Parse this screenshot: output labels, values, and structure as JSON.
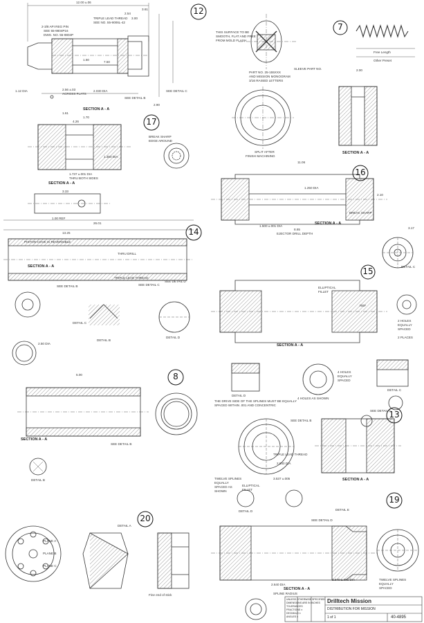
{
  "drawings": [
    {
      "id": "d12",
      "number": "12",
      "labels": [
        "12.00 ±.06",
        "3.61",
        "2.54",
        "3.00",
        "TRIPLE LEAD THREAD",
        "SEE NO. 55-9006L-42",
        "2-3/8 API REG PIN",
        "SEE 55-9804P16",
        "DWG. NO. 55-9804P",
        "1.12 DIA",
        "2.56 ±.03",
        "ACROSS FLATS",
        "1.50",
        "7.50",
        "2.030 DIA",
        "SEE DETAIL B",
        "SEE DETAIL C",
        "2.90",
        "SECTION A - A"
      ]
    },
    {
      "id": "d7",
      "number": "7",
      "labels": [
        "THIS SURFACE TO BE",
        "SMOOTH, FLAT AND FREE",
        "FROM MOLD FLASH",
        "PART NO. 25-155XXX",
        "AND MISSION MONOGRAM",
        "3/16 RAISED LETTERS",
        "SLEEVE PART NO.",
        "Free Length",
        "Other Preset",
        "2.00",
        "SECTION A - A",
        "SPLIT AFTER",
        "FINISH MACHINING"
      ]
    },
    {
      "id": "d17",
      "number": "17",
      "labels": [
        "1.61",
        "1.70",
        "4.26",
        "BREAK SHARP",
        "EDGE AROUND",
        "1.737 ±.001 DIA",
        "THRU BOTH SIDES",
        "1.350 DIA",
        "SECTION A - A",
        "3.33",
        "1.00 REF"
      ]
    },
    {
      "id": "d16",
      "number": "16",
      "labels": [
        "11.06",
        "8.65",
        "1.250 DIA",
        "1.500 ±.001 DIA",
        "EJECTOR DRILL DEPTH",
        "BREAK SHARP",
        "SECTION A - A",
        "2.10",
        "3.17"
      ]
    },
    {
      "id": "d14",
      "number": "14",
      "labels": [
        "13.25",
        "26.01",
        "PISTON-COVE IS REVERSIBLE",
        "TRIPLE LEAD THREAD",
        "THRU DRILL",
        "SEE DETAIL B",
        "SEE DETAIL C",
        "SEE DETAIL D",
        "SECTION A - A",
        "DETAIL B",
        "DETAIL C",
        "DETAIL D",
        "2.50 DIA"
      ]
    },
    {
      "id": "d15",
      "number": "15",
      "labels": [
        "ELLIPTICAL",
        "FILLET",
        "SECTION A - A",
        "DETAIL C",
        "2 HOLES",
        "EQUALLY",
        "SPACED",
        "2 PLACES",
        "REF"
      ]
    },
    {
      "id": "d8",
      "number": "8",
      "labels": [
        "5.00",
        "SEE DETAIL B",
        "SECTION A - A",
        "DETAIL B"
      ]
    },
    {
      "id": "d13",
      "number": "13",
      "labels": [
        "THE DRIVE SIDE OF THE SPLINES MUST BE EQUALLY",
        "SPACED WITHIN .001 AND CONCENTRIC",
        "SEE DETAIL B",
        "SEE DETAIL C",
        "TWELVE SPLINES",
        "EQUALLY",
        "SPACED AS",
        "SHOWN",
        "TRIPLE LEAD THREAD",
        "SECTION A - A",
        "3.537 ±.005",
        "2.840 DIA",
        "DETAIL D",
        "DETAIL C",
        "4 HOLES",
        "EQUALLY",
        "SPACED",
        "4 HOLES AS SHOWN"
      ]
    },
    {
      "id": "d20",
      "number": "20",
      "labels": [
        "DETAIL A",
        "PLANE A",
        "PLANE B",
        "PLANE C",
        "Fine end of stick"
      ]
    },
    {
      "id": "d19",
      "number": "19",
      "labels": [
        "ELLIPTICAL",
        "FILLET",
        "SEE DETAIL D",
        "DETAIL D",
        "DETAIL E",
        "SECTION A - A",
        "TWELVE SPLINES",
        "EQUALLY",
        "SPACED",
        "2.640 DIA",
        "2.640 ±.001 DIA",
        "SPLINE RADIUS"
      ]
    }
  ],
  "title_block": {
    "company": "Drilltech Mission",
    "title": "DISTRIBUTION FOR MISSION",
    "sheet": "1 of 1",
    "number": "40-4895",
    "notes": [
      "UNLESS OTHERWISE SPECIFIED",
      "DIMENSIONS ARE IN INCHES",
      "TOLERANCES",
      "FRACTIONS ±",
      "DECIMALS ±",
      "ANGLES ±"
    ]
  }
}
